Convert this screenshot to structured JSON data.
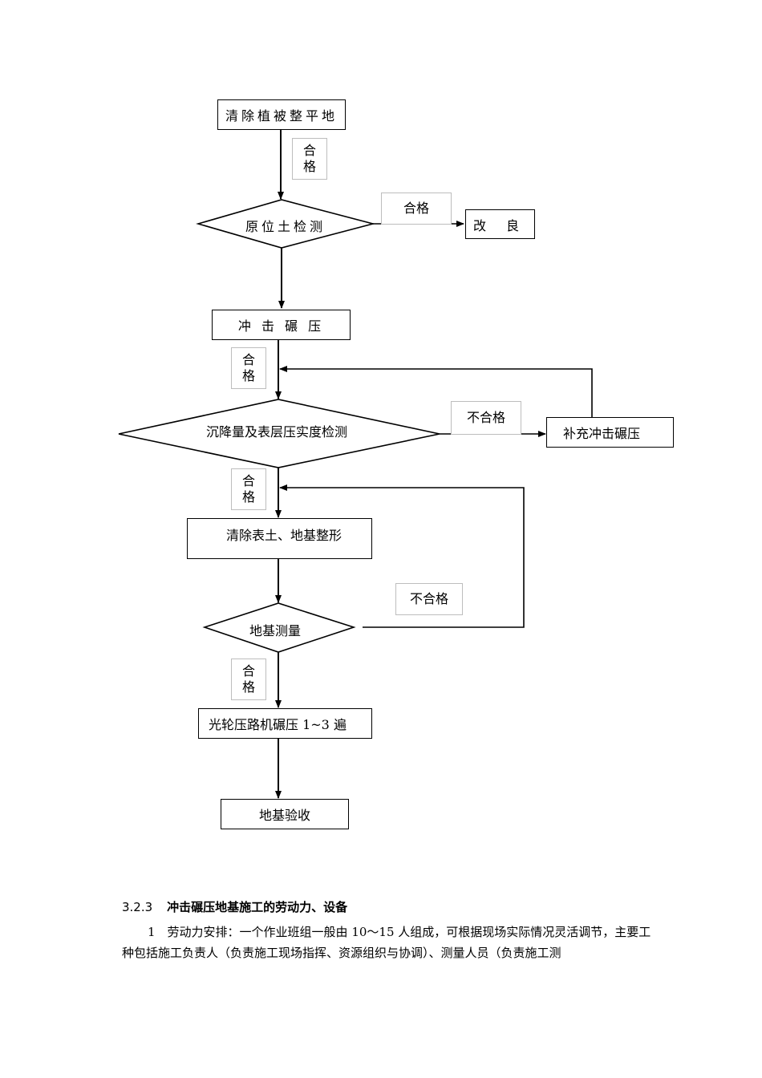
{
  "flowchart": {
    "nodes": {
      "clear_vegetation": "清除植被整平地",
      "in_situ_test": "原位土检测",
      "improve": "改 良",
      "impact_compaction": "冲 击 碾 压",
      "settlement_test": "沉降量及表层压实度检测",
      "supplement_compaction": "补充冲击碾压",
      "clear_topsoil": "清除表土、地基整形",
      "foundation_survey": "地基测量",
      "roller_compaction": "光轮压路机碾压 1~3 遍",
      "acceptance": "地基验收"
    },
    "labels": {
      "pass_1": [
        "合",
        "格"
      ],
      "pass_2": "合格",
      "pass_3": [
        "合",
        "格"
      ],
      "fail_1": "不合格",
      "pass_4": [
        "合",
        "格"
      ],
      "fail_2": "不合格",
      "pass_5": [
        "合",
        "格"
      ]
    }
  },
  "section": {
    "number": "3.2.3",
    "title": "冲击碾压地基施工的劳动力、设备",
    "paragraph": "1　劳动力安排：一个作业班组一般由 10～15 人组成，可根据现场实际情况灵活调节，主要工种包括施工负责人（负责施工现场指挥、资源组织与协调）、测量人员（负责施工测"
  }
}
